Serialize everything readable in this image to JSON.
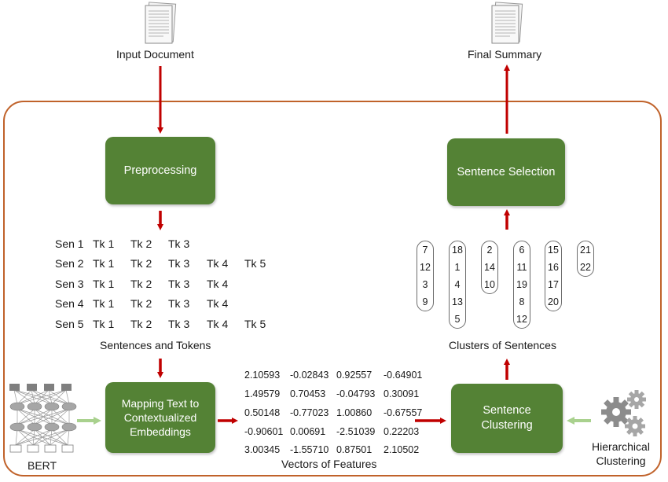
{
  "input_label": "Input Document",
  "output_label": "Final Summary",
  "steps": {
    "preprocessing": "Preprocessing",
    "mapping": "Mapping Text to Contextualized Embeddings",
    "clustering": "Sentence Clustering",
    "selection": "Sentence Selection"
  },
  "tokens": {
    "rows": [
      {
        "sentence": "Sen 1",
        "tokens": [
          "Tk 1",
          "Tk 2",
          "Tk 3"
        ]
      },
      {
        "sentence": "Sen 2",
        "tokens": [
          "Tk 1",
          "Tk 2",
          "Tk 3",
          "Tk 4",
          "Tk 5"
        ]
      },
      {
        "sentence": "Sen 3",
        "tokens": [
          "Tk 1",
          "Tk 2",
          "Tk 3",
          "Tk 4"
        ]
      },
      {
        "sentence": "Sen 4",
        "tokens": [
          "Tk 1",
          "Tk 2",
          "Tk 3",
          "Tk 4"
        ]
      },
      {
        "sentence": "Sen 5",
        "tokens": [
          "Tk 1",
          "Tk 2",
          "Tk 3",
          "Tk 4",
          "Tk 5"
        ]
      }
    ],
    "caption": "Sentences and Tokens"
  },
  "vectors": {
    "rows": [
      [
        "2.10593",
        "-0.02843",
        "0.92557",
        "-0.64901"
      ],
      [
        "1.49579",
        "0.70453",
        "-0.04793",
        "0.30091"
      ],
      [
        "0.50148",
        "-0.77023",
        "1.00860",
        "-0.67557"
      ],
      [
        "-0.90601",
        "0.00691",
        "-2.51039",
        "0.22203"
      ],
      [
        "3.00345",
        "-1.55710",
        "0.87501",
        "2.10502"
      ]
    ],
    "caption": "Vectors of Features"
  },
  "clusters": {
    "groups": [
      [
        "7",
        "12",
        "3",
        "9"
      ],
      [
        "18",
        "1",
        "4",
        "13",
        "5"
      ],
      [
        "2",
        "14",
        "10"
      ],
      [
        "6",
        "11",
        "19",
        "8",
        "12"
      ],
      [
        "15",
        "16",
        "17",
        "20"
      ],
      [
        "21",
        "22"
      ]
    ],
    "caption": "Clusters of Sentences"
  },
  "bert_label": "BERT",
  "hierarchical_label": "Hierarchical\nClustering",
  "colors": {
    "box_green": "#548235",
    "arrow_red": "#c00000",
    "arrow_green": "#a9d18e",
    "frame_orange": "#c0622a"
  },
  "icons": [
    "document-icon",
    "document-icon",
    "bert-network-icon",
    "gears-icon"
  ]
}
